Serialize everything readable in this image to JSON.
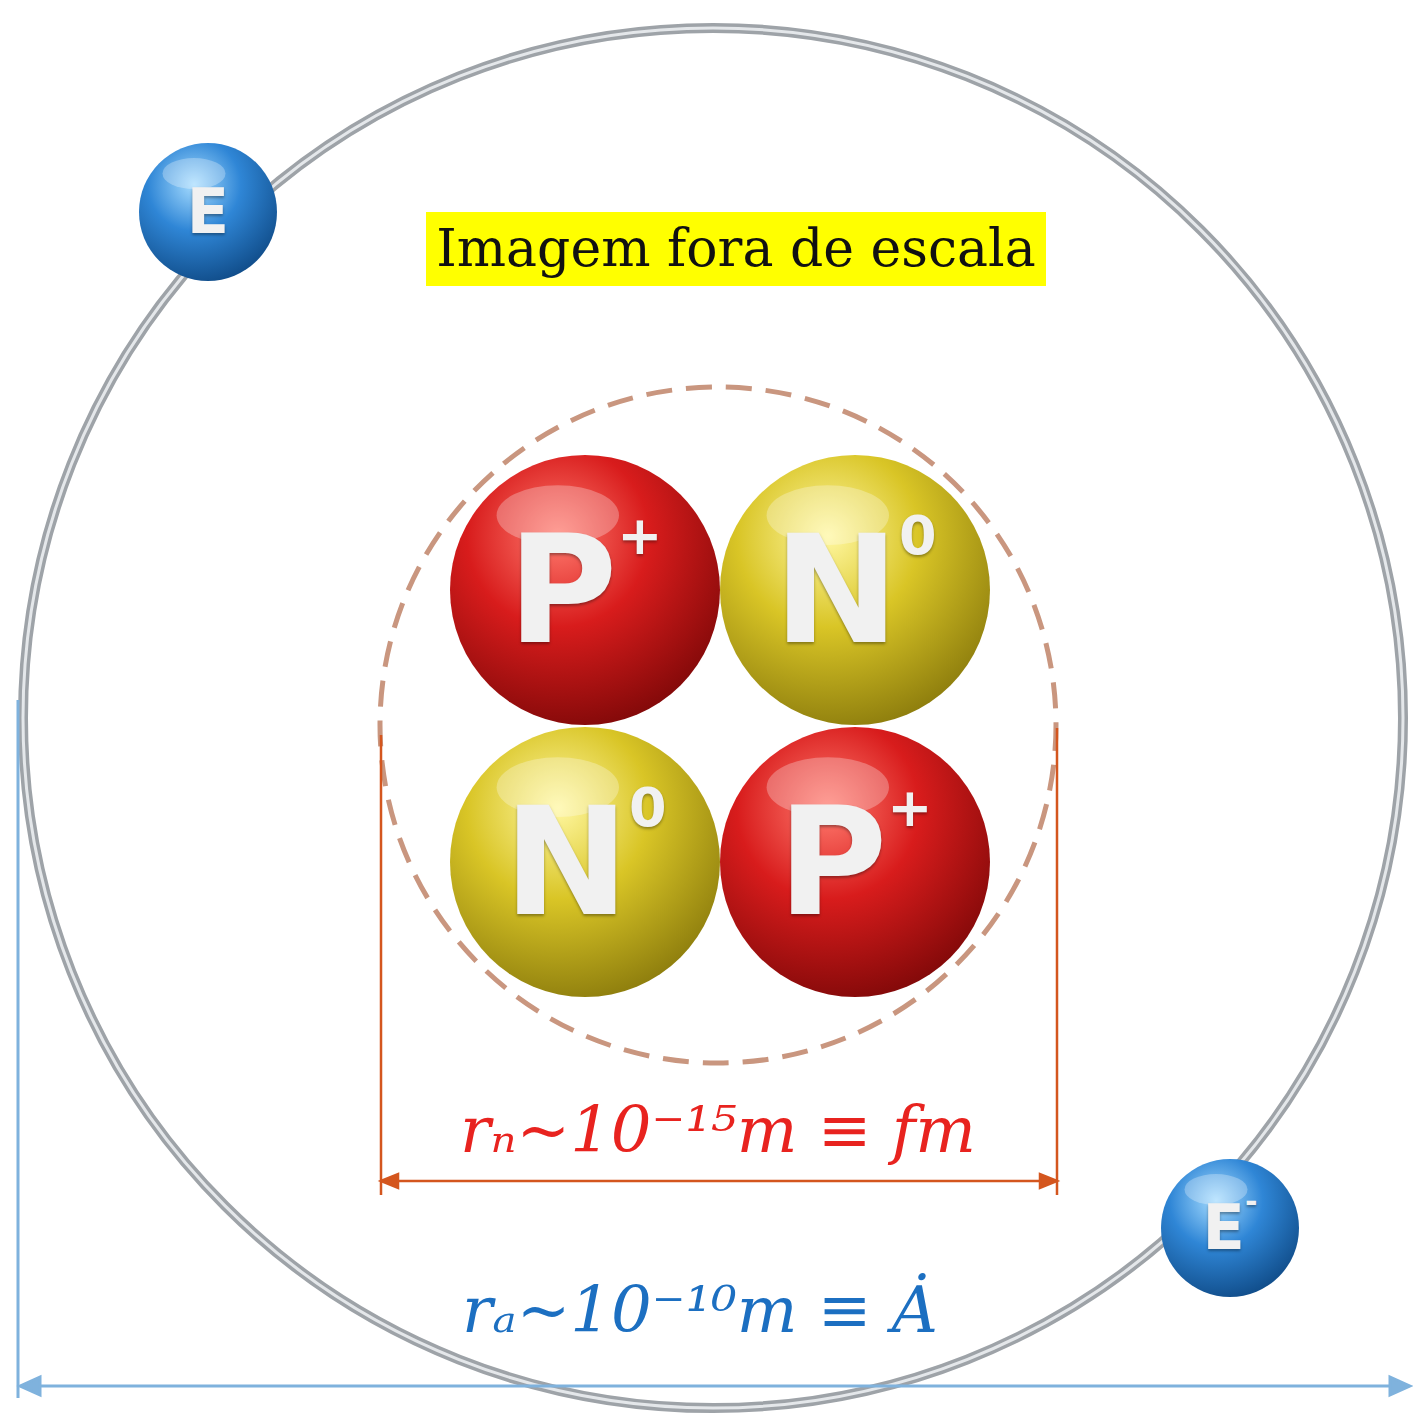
{
  "diagram": {
    "nodes": [
      {
        "text": [
          "E"
        ]
      },
      {
        "text": [
          "P",
          "+"
        ]
      },
      {
        "text": [
          "N",
          "0"
        ]
      },
      {
        "text": [
          "N",
          "0"
        ]
      },
      {
        "text": [
          "P",
          "+"
        ]
      },
      {
        "text": [
          "E",
          "-"
        ]
      }
    ],
    "labels": [
      "Imagem fora de escala",
      "rₙ~10⁻¹⁵m ≡ fm",
      "rₐ~10⁻¹⁰m ≡ Ȧ"
    ]
  }
}
